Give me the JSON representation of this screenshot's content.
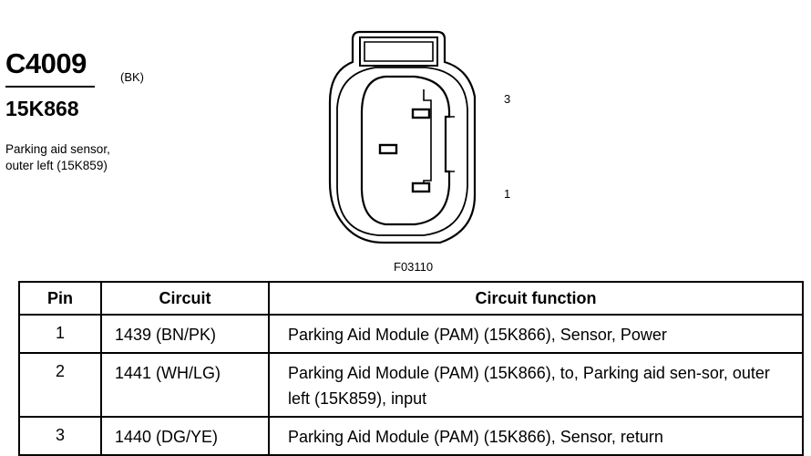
{
  "connector": {
    "id": "C4009",
    "color": "(BK)",
    "part_number": "15K868",
    "description_line1": "Parking aid sensor,",
    "description_line2": "outer left (15K859)",
    "pin_label_top": "3",
    "pin_label_bottom": "1",
    "figure_id": "F03110"
  },
  "table": {
    "headers": {
      "pin": "Pin",
      "circuit": "Circuit",
      "function": "Circuit function"
    },
    "rows": [
      {
        "pin": "1",
        "circuit": "1439 (BN/PK)",
        "function": "Parking Aid Module (PAM) (15K866), Sensor, Power"
      },
      {
        "pin": "2",
        "circuit": "1441 (WH/LG)",
        "function": "Parking Aid Module (PAM) (15K866), to, Parking aid sen-sor, outer left (15K859), input"
      },
      {
        "pin": "3",
        "circuit": "1440 (DG/YE)",
        "function": "Parking Aid Module (PAM) (15K866), Sensor, return"
      }
    ]
  }
}
